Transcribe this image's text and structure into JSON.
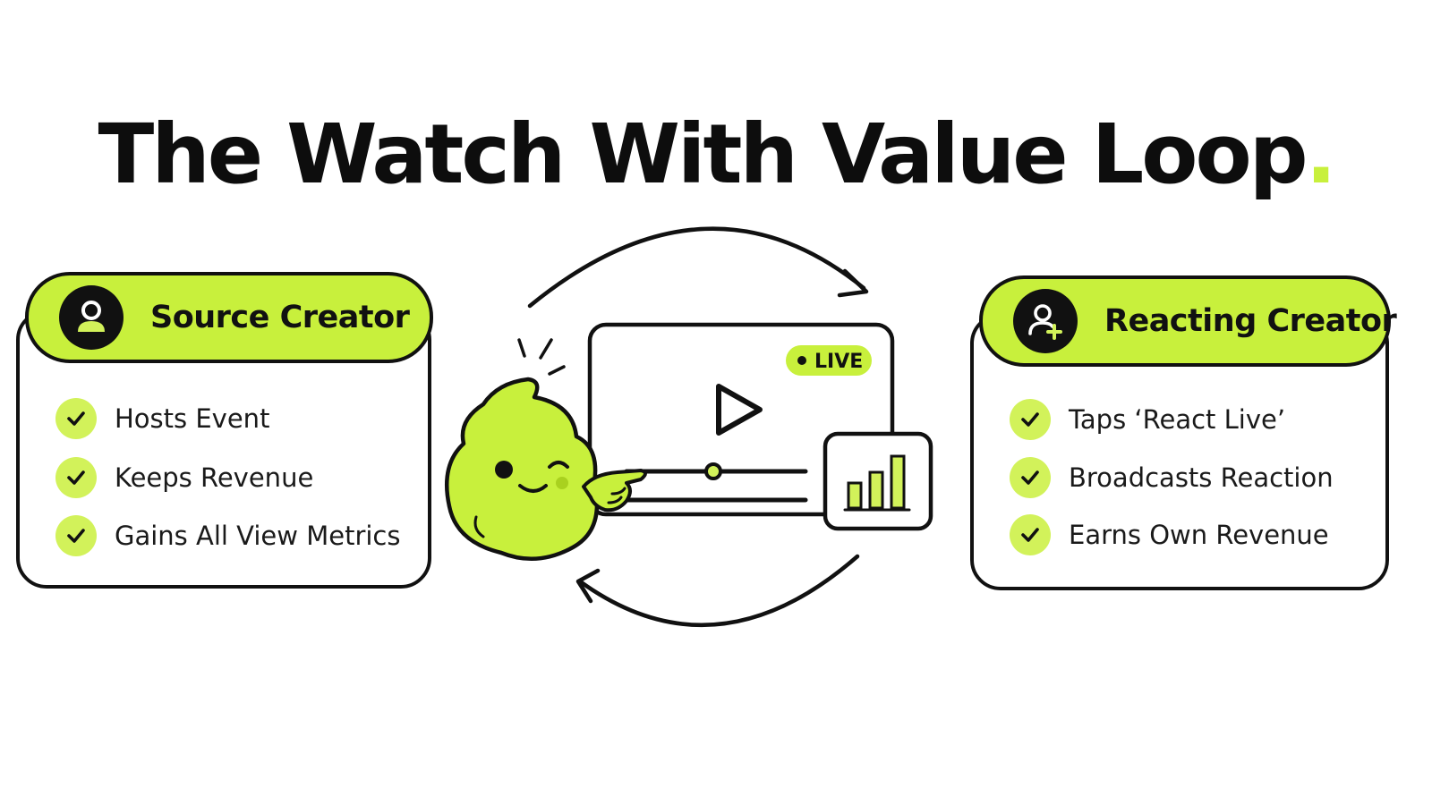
{
  "title": {
    "text": "The Watch With Value Loop",
    "dot": "."
  },
  "source_card": {
    "label": "Source Creator",
    "icon": "user-icon",
    "items": [
      "Hosts Event",
      "Keeps Revenue",
      "Gains All View Metrics"
    ]
  },
  "reacting_card": {
    "label": "Reacting Creator",
    "icon": "user-plus-icon",
    "items": [
      "Taps ‘React Live’",
      "Broadcasts Reaction",
      "Earns Own Revenue"
    ]
  },
  "player": {
    "badge": "LIVE",
    "icon": "play-icon",
    "stats_icon": "bar-chart-icon"
  },
  "colors": {
    "accent": "#c8f03c",
    "ink": "#111111",
    "background": "#ffffff"
  }
}
